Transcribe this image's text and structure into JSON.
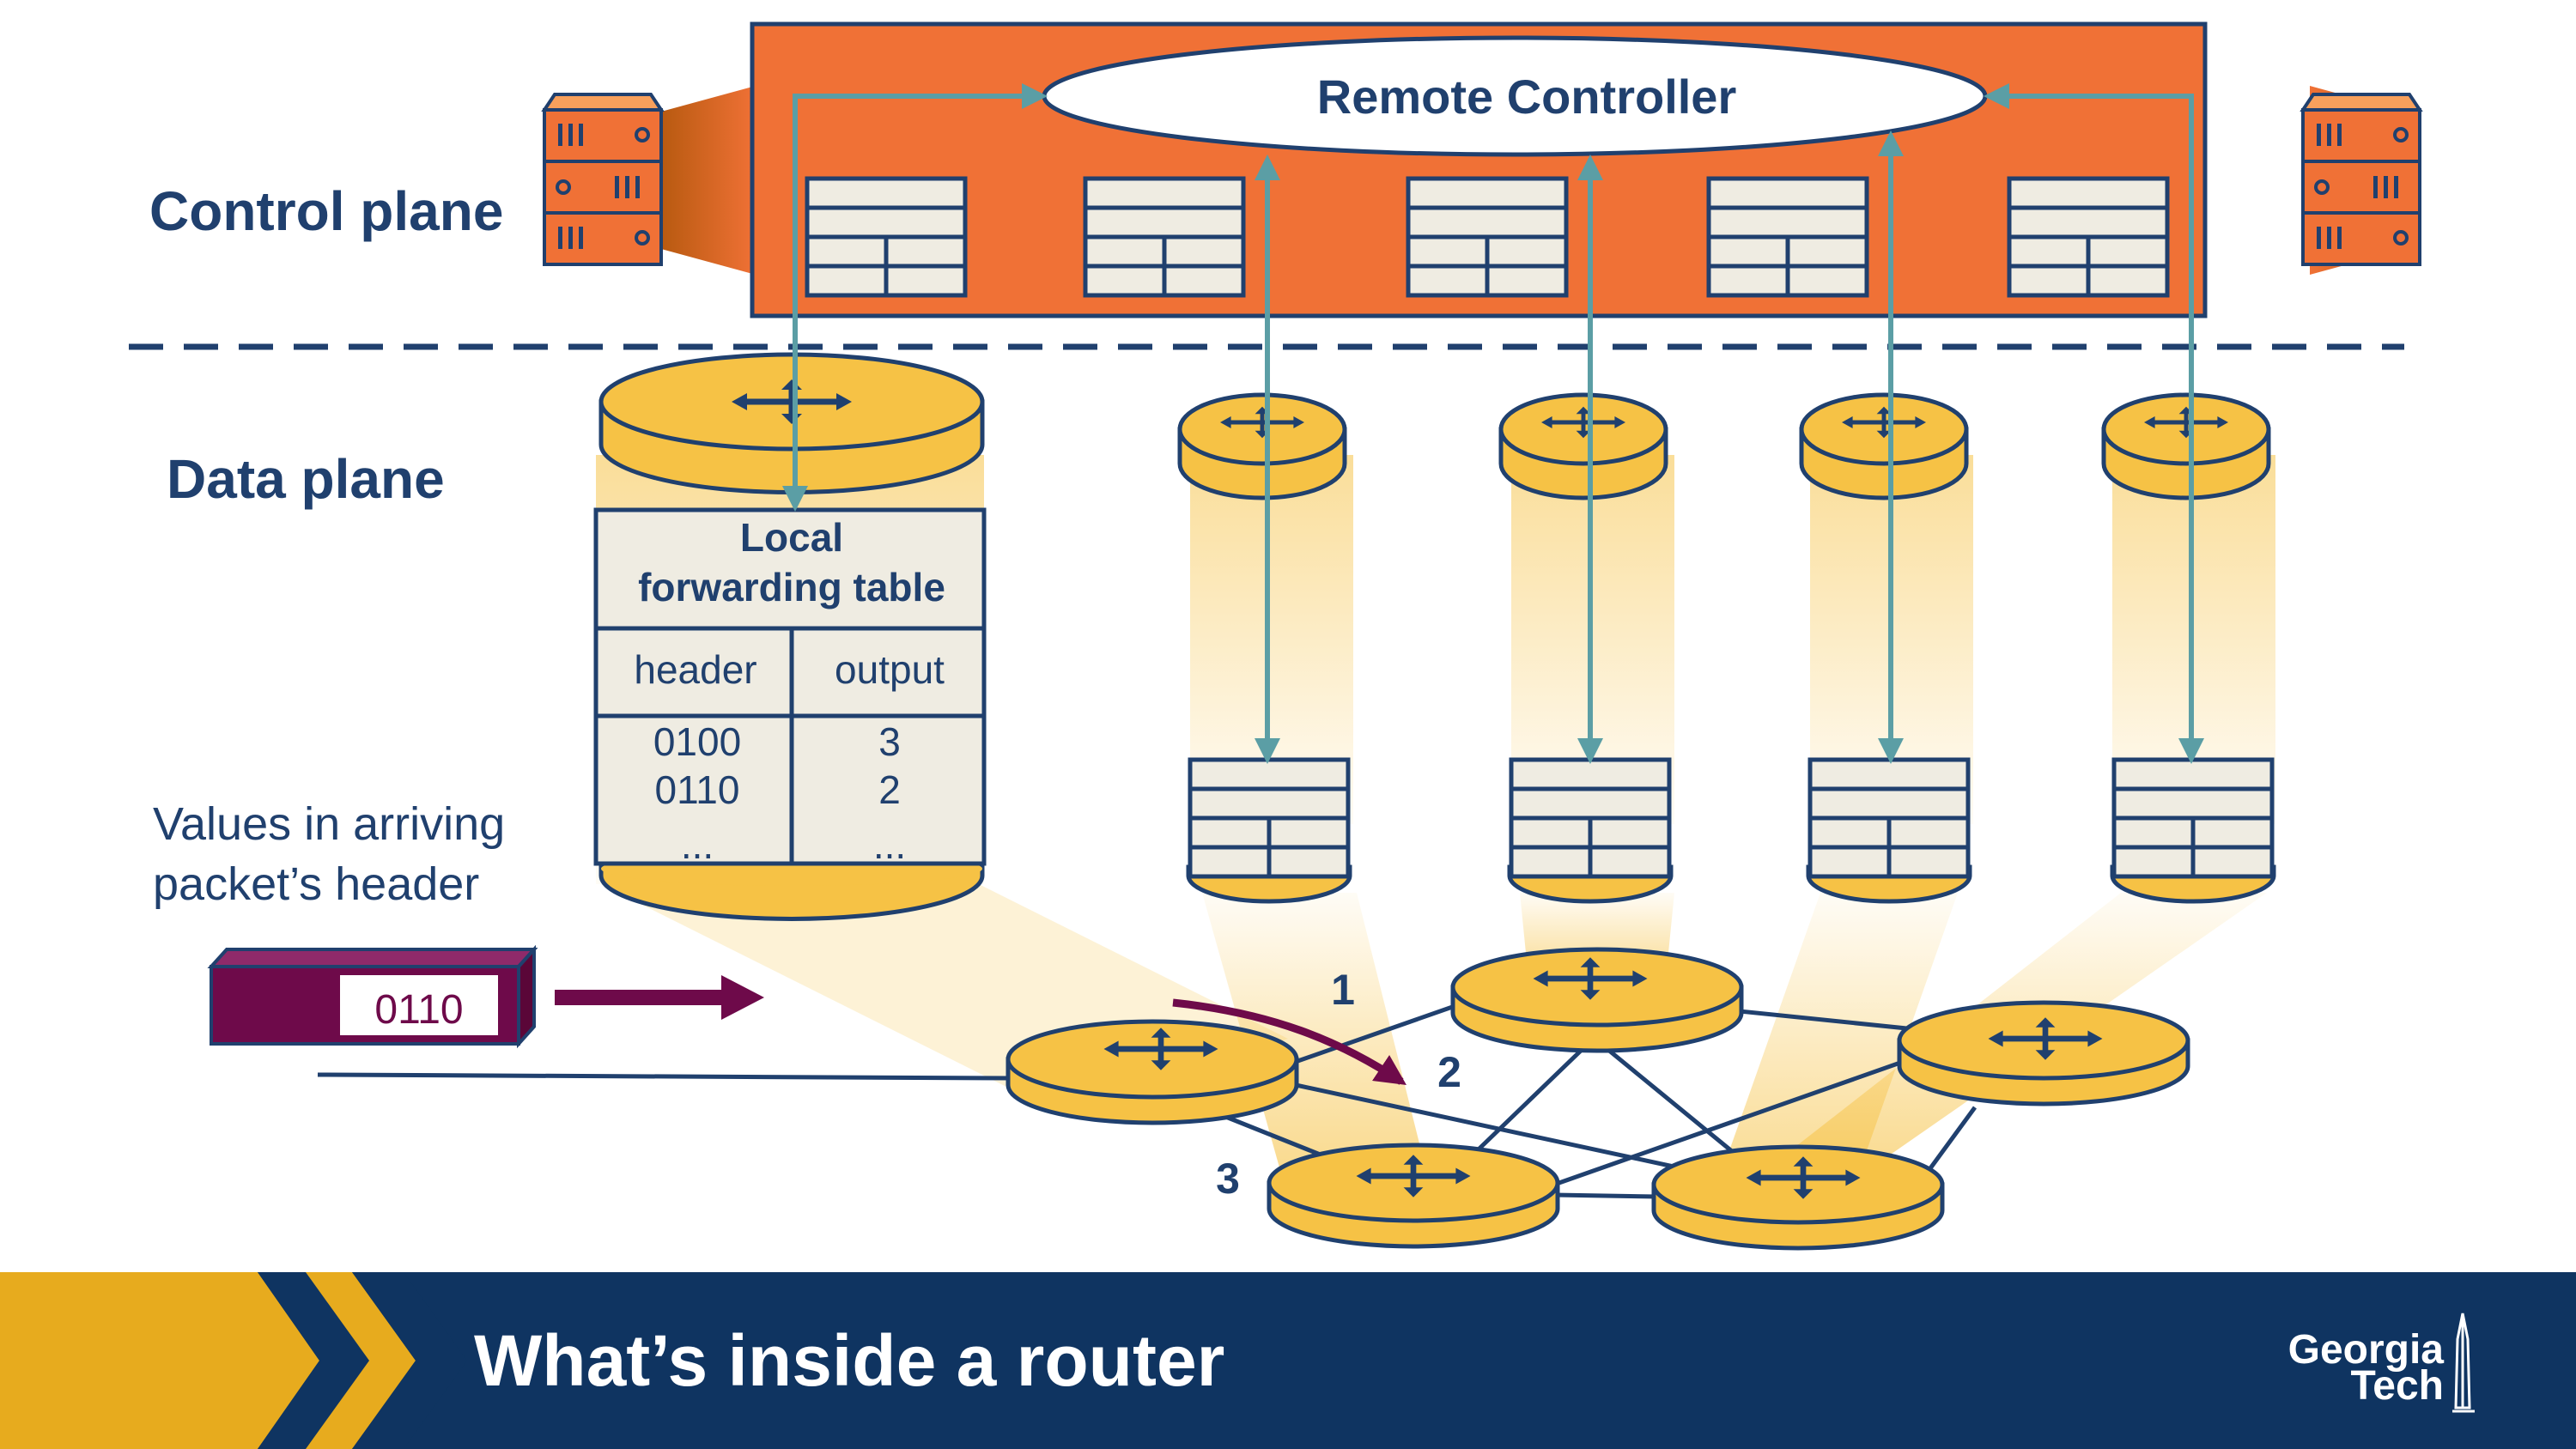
{
  "diagram": {
    "control_plane_label": "Control plane",
    "data_plane_label": "Data plane",
    "controller_label": "Remote Controller",
    "table": {
      "title_line1": "Local",
      "title_line2": "forwarding table",
      "col_header": "header",
      "col_output": "output",
      "rows": [
        {
          "header": "0100",
          "output": "3"
        },
        {
          "header": "0110",
          "output": "2"
        },
        {
          "header": "...",
          "output": "..."
        }
      ]
    },
    "packet_caption_line1": "Values in arriving",
    "packet_caption_line2": "packet’s header",
    "packet_value": "0110",
    "ports": [
      "1",
      "2",
      "3"
    ]
  },
  "footer": {
    "title": "What’s inside a router",
    "logo_line1": "Georgia",
    "logo_line2": "Tech"
  },
  "colors": {
    "navy": "#20406e",
    "orange": "#f07136",
    "gold": "#f6c245",
    "teal": "#5b9ea5",
    "maroon": "#6e0a4a",
    "footer_blue": "#0f3461",
    "footer_gold": "#e7ab1e"
  }
}
